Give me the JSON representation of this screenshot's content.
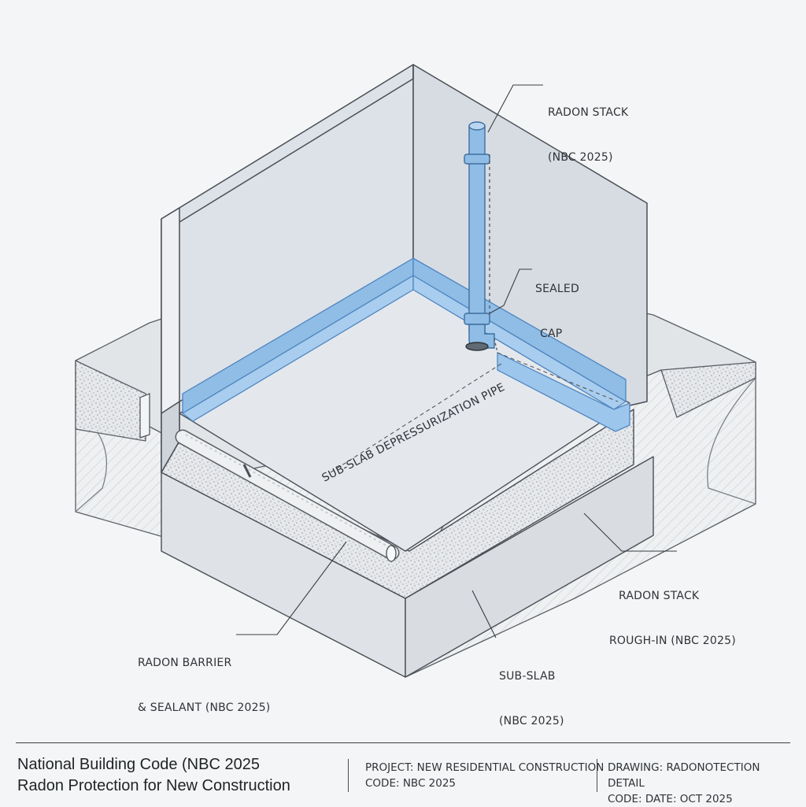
{
  "labels": {
    "radon_stack_top_1": "RADON STACK",
    "radon_stack_top_2": "(NBC 2025)",
    "sealed_cap_1": "SEALED",
    "sealed_cap_2": "CAP",
    "pipe_label": "SUB-SLAB DEPRESSURIZATION PIPE",
    "rough_in_1": "RADON STACK",
    "rough_in_2": "ROUGH-IN (NBC 2025)",
    "barrier_1": "RADON BARRIER",
    "barrier_2": "& SEALANT (NBC 2025)",
    "subslab_1": "SUB-SLAB",
    "subslab_2": "(NBC 2025)"
  },
  "title_block": {
    "title_line1": "National Building Code (NBC 2025",
    "title_line2": "Radon Protection for New Construction",
    "project_line": "PROJECT: NEW RESIDENTIAL CONSTRUCTION",
    "code_line": "CODE:  NBC 2025",
    "drawing_line": "DRAWING: RADONOTECTION DETAIL",
    "date_line": "CODE:  DATE: OCT 2025"
  },
  "colors": {
    "barrier_blue": "#8fbde6",
    "barrier_stroke": "#4f86c0",
    "wall": "#dde2e8",
    "slab": "#e4e8ed",
    "outline": "#4a4f55"
  }
}
